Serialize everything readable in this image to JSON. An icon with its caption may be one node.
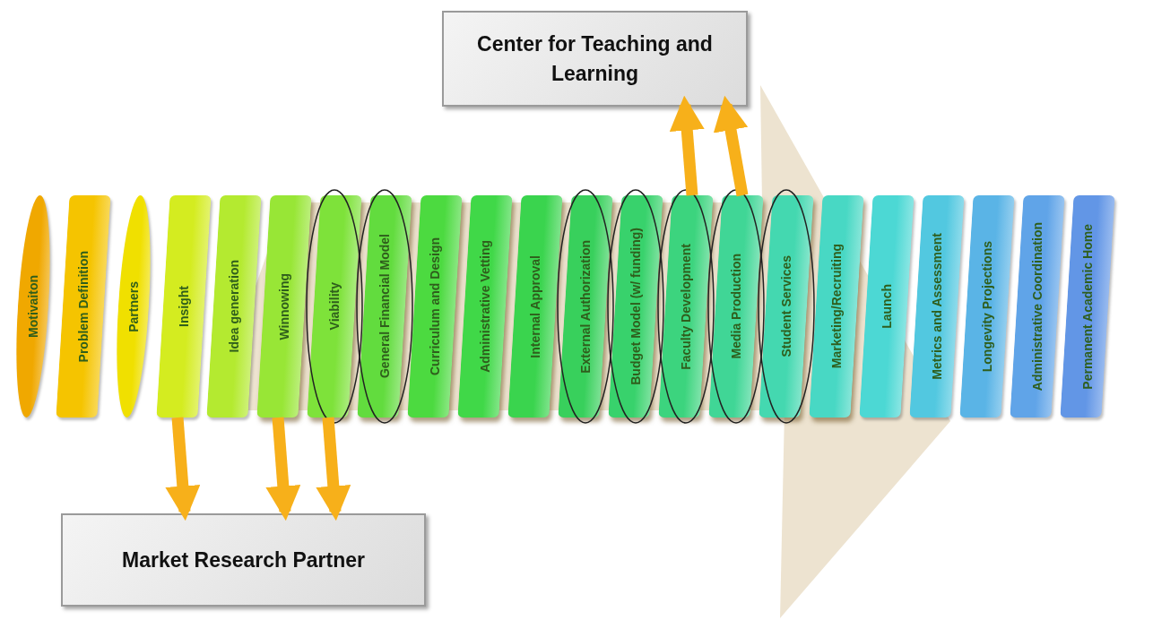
{
  "diagram": {
    "nodes": [
      {
        "text": [],
        "shape": "arrow"
      },
      {
        "text": [
          "Motivaiton"
        ]
      },
      {
        "text": [
          "Problem Definition"
        ]
      },
      {
        "text": [
          "Partners"
        ]
      },
      {
        "text": [
          "Insight"
        ]
      },
      {
        "text": [
          "Idea generation"
        ]
      },
      {
        "text": [
          "Winnowing"
        ],
        "in": 0
      },
      {
        "text": [
          "Viability"
        ],
        "in": 0
      },
      {
        "text": [
          "General Financial Model"
        ],
        "in": 0
      },
      {
        "text": [
          "Curriculum and Design"
        ],
        "in": 0
      },
      {
        "text": [
          "Administrative Vetting"
        ],
        "in": 0
      },
      {
        "text": [
          "Internal Approval"
        ],
        "in": 0
      },
      {
        "text": [
          "External Authorization"
        ],
        "in": 0
      },
      {
        "text": [
          "Budget Model (w/ funding)"
        ],
        "in": 0
      },
      {
        "text": [
          "Faculty Development"
        ],
        "in": 0
      },
      {
        "text": [
          "Media Production"
        ],
        "in": 0
      },
      {
        "text": [
          "Student Services"
        ],
        "in": 0
      },
      {
        "text": [
          "Marketing/Recruiting"
        ],
        "in": 0
      },
      {
        "text": [
          "Launch"
        ]
      },
      {
        "text": [
          "Metrics and Assessment"
        ]
      },
      {
        "text": [
          "Longevity Projections"
        ]
      },
      {
        "text": [
          "Administrative Coordination"
        ]
      },
      {
        "text": [
          "Permanent Academic Home"
        ]
      },
      {
        "text": [
          "Center for Teaching and Learning"
        ]
      },
      {
        "text": [
          "Market Research Partner"
        ]
      }
    ],
    "edges": [
      {
        "from": 14,
        "to": 23,
        "arrow": "to"
      },
      {
        "from": 15,
        "to": 23,
        "arrow": "to"
      },
      {
        "from": 4,
        "to": 24,
        "arrow": "to"
      },
      {
        "from": 6,
        "to": 24,
        "arrow": "to"
      },
      {
        "from": 7,
        "to": 24,
        "arrow": "to"
      }
    ]
  }
}
